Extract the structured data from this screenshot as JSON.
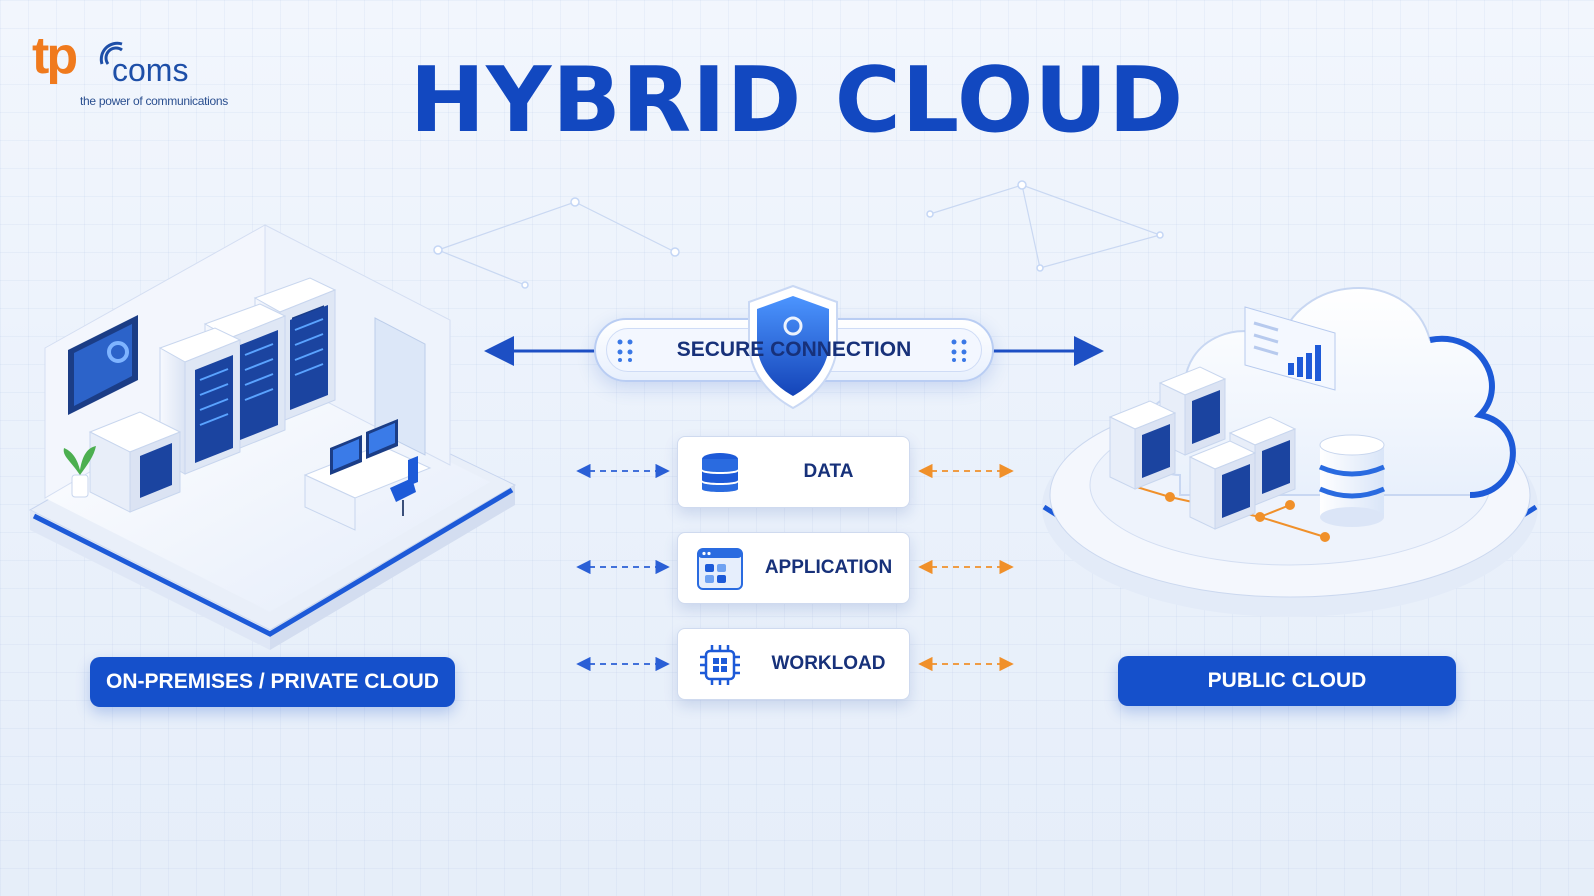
{
  "logo": {
    "mark": "tp",
    "wordmark": "coms",
    "tagline": "the power of communications",
    "brand_orange": "#f07a1d",
    "brand_blue": "#1e4fa8"
  },
  "title": "HYBRID CLOUD",
  "secure_connection": {
    "label": "SECURE CONNECTION",
    "icon": "shield-lock-icon"
  },
  "left_environment": {
    "label": "ON-PREMISES / PRIVATE CLOUD"
  },
  "right_environment": {
    "label": "PUBLIC CLOUD"
  },
  "flows": [
    {
      "label": "DATA",
      "icon": "database-icon"
    },
    {
      "label": "APPLICATION",
      "icon": "application-window-icon"
    },
    {
      "label": "WORKLOAD",
      "icon": "cpu-chip-icon"
    }
  ],
  "colors": {
    "primary_blue": "#1550cb",
    "title_blue": "#1248c0",
    "orange_arrow": "#f0902a",
    "dark_text": "#17317a"
  }
}
